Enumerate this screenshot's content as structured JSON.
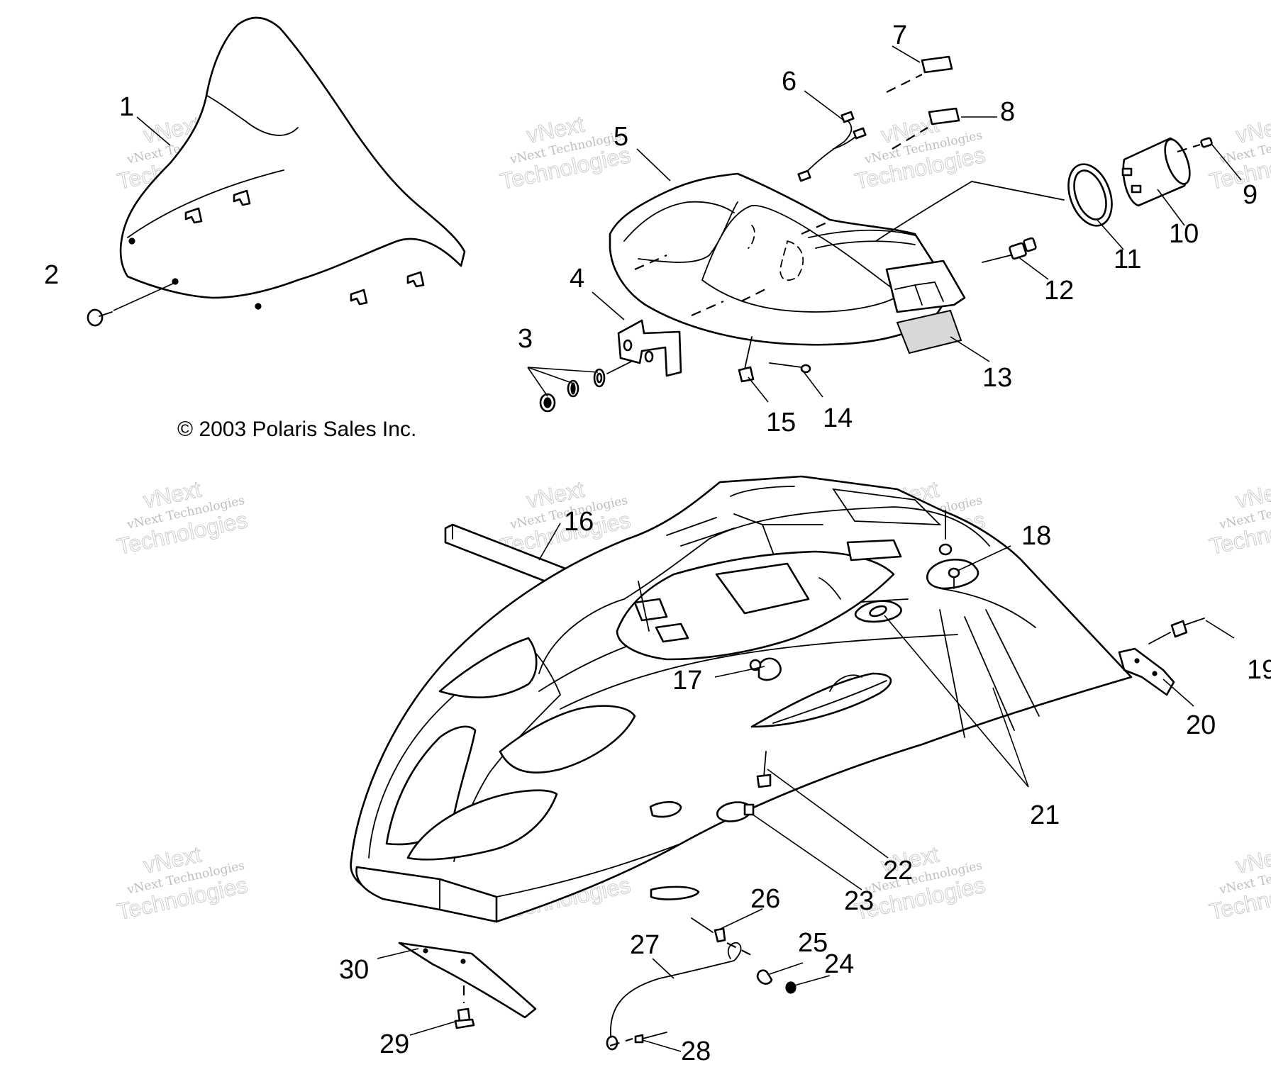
{
  "copyright": "© 2003 Polaris Sales Inc.",
  "watermark": {
    "brand": "vNext",
    "line1": "vNext Technologies",
    "line2": "Technologies"
  },
  "callouts": [
    {
      "id": 1,
      "label": "1"
    },
    {
      "id": 2,
      "label": "2"
    },
    {
      "id": 3,
      "label": "3"
    },
    {
      "id": 4,
      "label": "4"
    },
    {
      "id": 5,
      "label": "5"
    },
    {
      "id": 6,
      "label": "6"
    },
    {
      "id": 7,
      "label": "7"
    },
    {
      "id": 8,
      "label": "8"
    },
    {
      "id": 9,
      "label": "9"
    },
    {
      "id": 10,
      "label": "10"
    },
    {
      "id": 11,
      "label": "11"
    },
    {
      "id": 12,
      "label": "12"
    },
    {
      "id": 13,
      "label": "13"
    },
    {
      "id": 14,
      "label": "14"
    },
    {
      "id": 15,
      "label": "15"
    },
    {
      "id": 16,
      "label": "16"
    },
    {
      "id": 17,
      "label": "17"
    },
    {
      "id": 18,
      "label": "18"
    },
    {
      "id": 19,
      "label": "19"
    },
    {
      "id": 20,
      "label": "20"
    },
    {
      "id": 21,
      "label": "21"
    },
    {
      "id": 22,
      "label": "22"
    },
    {
      "id": 23,
      "label": "23"
    },
    {
      "id": 24,
      "label": "24"
    },
    {
      "id": 25,
      "label": "25"
    },
    {
      "id": 26,
      "label": "26"
    },
    {
      "id": 27,
      "label": "27"
    },
    {
      "id": 28,
      "label": "28"
    },
    {
      "id": 29,
      "label": "29"
    },
    {
      "id": 30,
      "label": "30"
    }
  ]
}
